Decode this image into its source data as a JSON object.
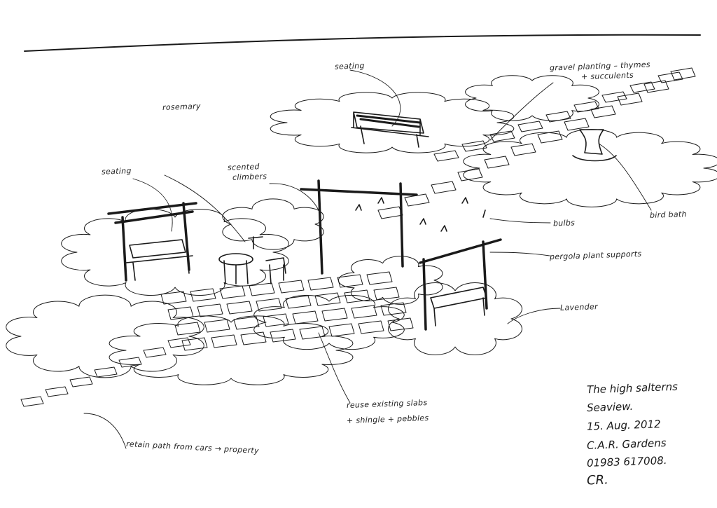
{
  "labels": {
    "seating_back": "seating",
    "rosemary": "rosemary",
    "gravel_line1": "gravel planting – thymes",
    "gravel_line2": "+ succulents",
    "seating_left": "seating",
    "climbers_line1": "scented",
    "climbers_line2": "climbers",
    "bulbs": "bulbs",
    "bird_bath": "bird bath",
    "pergola": "pergola plant supports",
    "lavender": "Lavender",
    "slabs_line1": "reuse existing slabs",
    "slabs_line2": "+ shingle + pebbles",
    "retain_path": "retain path  from cars → property"
  },
  "signature_block": {
    "line1": "The high salterns",
    "line2": "Seaview.",
    "line3": "15. Aug. 2012",
    "line4": "C.A.R. Gardens",
    "line5": "01983  617008.",
    "line6": "CR."
  },
  "colors": {
    "ink": "#1a1a1a",
    "paper": "#ffffff"
  }
}
